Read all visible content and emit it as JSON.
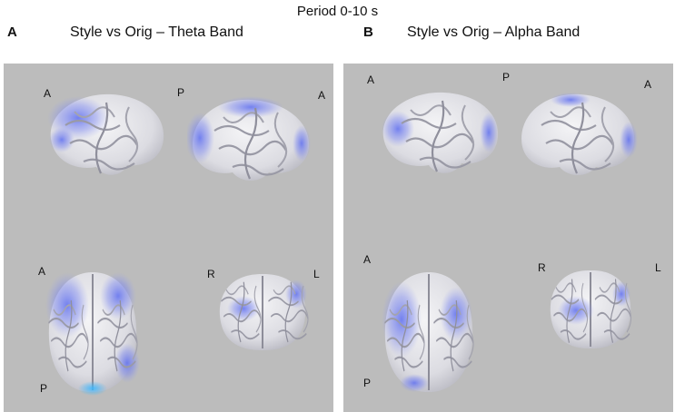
{
  "title": "Period 0-10 s",
  "panels": [
    {
      "letter": "A",
      "title": "Style vs Orig – Theta Band",
      "labels": {
        "lat_left_A": "A",
        "lat_mid_P": "P",
        "lat_right_A": "A",
        "top_A": "A",
        "top_P": "P",
        "front_R": "R",
        "front_L": "L"
      }
    },
    {
      "letter": "B",
      "title": "Style vs Orig – Alpha Band",
      "labels": {
        "lat_left_A": "A",
        "lat_mid_P": "P",
        "lat_right_A": "A",
        "top_A": "A",
        "top_P": "P",
        "front_R": "R",
        "front_L": "L"
      }
    }
  ],
  "colors": {
    "panel_bg": "#bcbcbc",
    "brain": "#e8e8ec",
    "activation": "#6f7cf0"
  }
}
